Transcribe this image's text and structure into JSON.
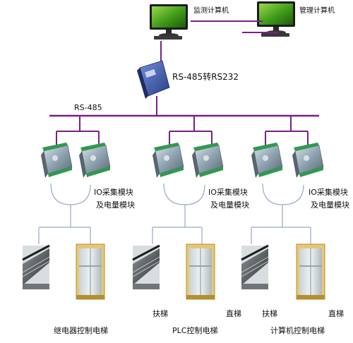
{
  "monitor_pc_label": "监测计算机",
  "manager_pc_label": "管理计算机",
  "converter_label": "RS-485转RS232",
  "bus_label": "RS-485",
  "groups": [
    {
      "module_line1": "IO采集模块",
      "module_line2": "及电量模块",
      "escalator_label": "",
      "elevator_label": "",
      "caption": "继电器控制电梯"
    },
    {
      "module_line1": "IO采集模块",
      "module_line2": "及电量模块",
      "escalator_label": "扶梯",
      "elevator_label": "直梯",
      "caption": "PLC控制电梯"
    },
    {
      "module_line1": "IO采集模块",
      "module_line2": "及电量模块",
      "escalator_label": "扶梯",
      "elevator_label": "直梯",
      "caption": "计算机控制电梯"
    }
  ],
  "colors": {
    "bus": "#7a1f8a",
    "tap_line": "#9aa6c8",
    "screen": "#3f9a1a",
    "module_body": "#8ea3b0"
  }
}
